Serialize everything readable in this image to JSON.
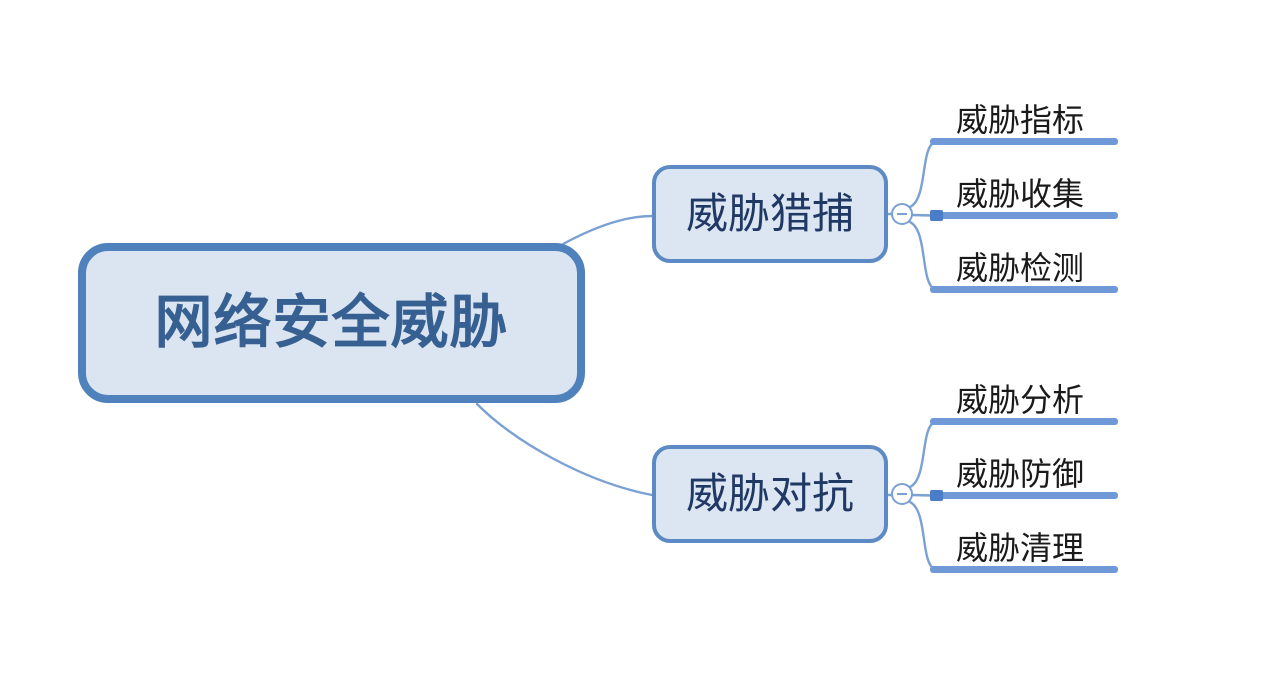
{
  "root": {
    "label": "网络安全威胁"
  },
  "branches": [
    {
      "label": "威胁猎捕",
      "toggle_icon": "minus-icon",
      "children": [
        "威胁指标",
        "威胁收集",
        "威胁检测"
      ]
    },
    {
      "label": "威胁对抗",
      "toggle_icon": "minus-icon",
      "children": [
        "威胁分析",
        "威胁防御",
        "威胁清理"
      ]
    }
  ],
  "colors": {
    "canvasBg": "#ffffff",
    "rootBorder": "#4f81bd",
    "rootFill": "#dbe5f1",
    "rootText": "#376092",
    "branchBorder": "#5b8ac5",
    "branchFill": "#dce6f2",
    "branchText": "#1f3864",
    "connector": "#7ba1d4",
    "underline": "#6f9ad7",
    "connectionDot": "#4a7cc7",
    "leafText": "#1a1a1a"
  }
}
